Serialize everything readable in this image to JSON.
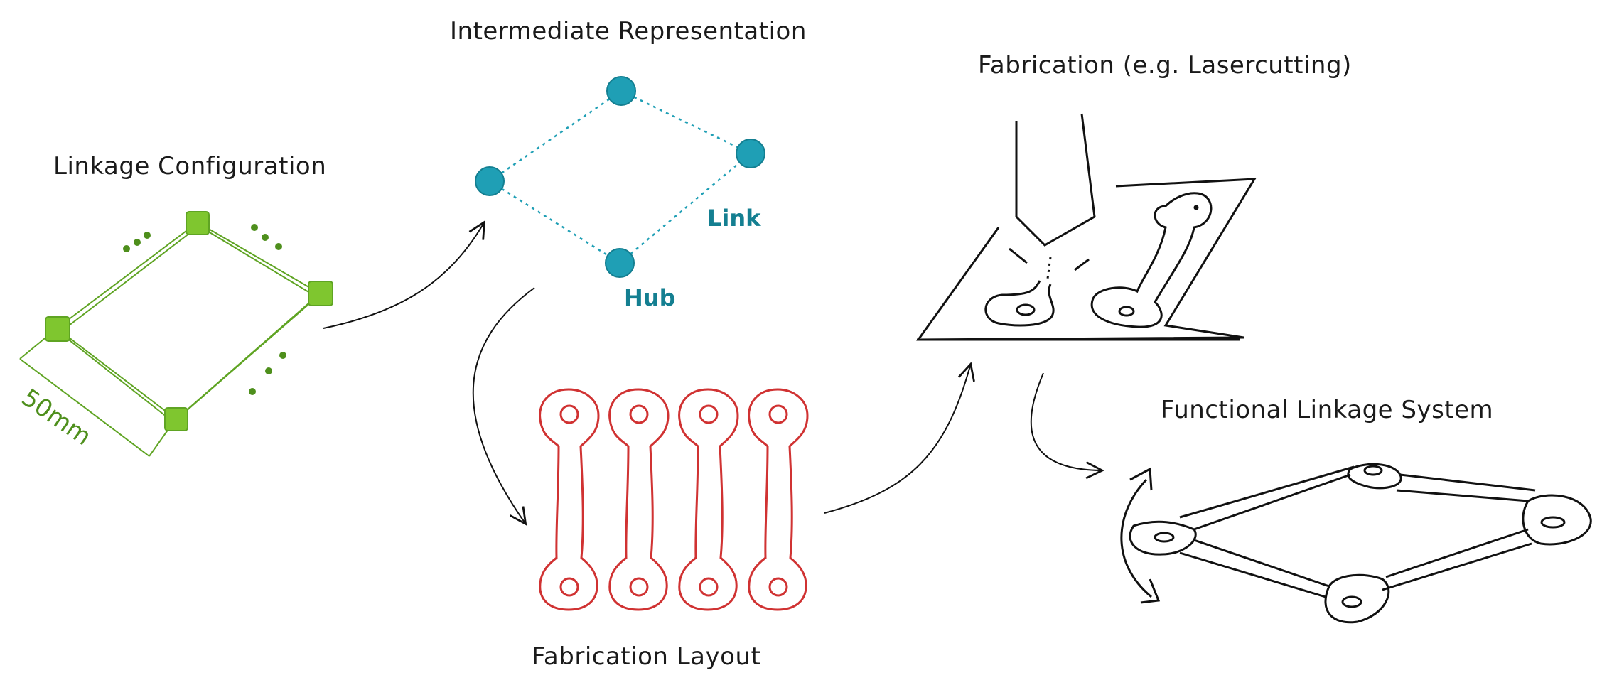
{
  "labels": {
    "linkage_configuration": "Linkage Configuration",
    "intermediate_representation": "Intermediate Representation",
    "fabrication_lasercutting": "Fabrication (e.g. Lasercutting)",
    "fabrication_layout": "Fabrication Layout",
    "functional_linkage_system": "Functional Linkage System",
    "link": "Link",
    "hub": "Hub",
    "dimension": "50mm"
  },
  "colors": {
    "green": "#5fa423",
    "green_fill": "#7fc62f",
    "teal": "#1f9fb5",
    "red": "#d03232",
    "ink": "#111111"
  }
}
